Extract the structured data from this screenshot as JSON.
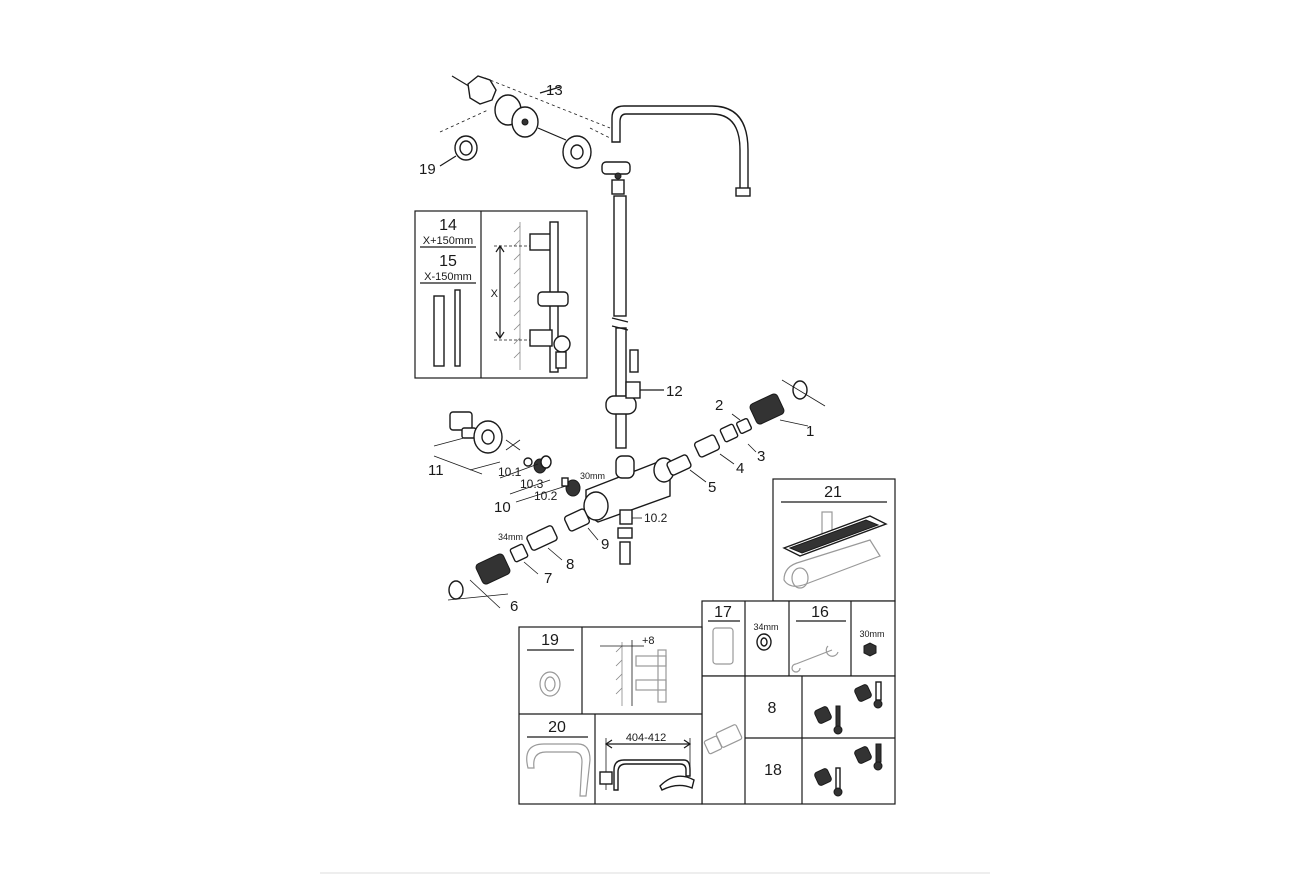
{
  "callouts": {
    "c1": "1",
    "c2": "2",
    "c3": "3",
    "c4": "4",
    "c5": "5",
    "c6": "6",
    "c7": "7",
    "c8": "8",
    "c9": "9",
    "c10": "10",
    "c10_1": "10.1",
    "c10_2a": "10.2",
    "c10_2b": "10.2",
    "c10_3": "10.3",
    "c11": "11",
    "c12": "12",
    "c13": "13",
    "c19": "19"
  },
  "dims": {
    "d30a": "30mm",
    "d34a": "34mm"
  },
  "inset_14_15": {
    "n14": "14",
    "x_plus": "X+150mm",
    "n15": "15",
    "x_minus": "X-150mm",
    "x_label": "X"
  },
  "box_21": {
    "n21": "21"
  },
  "box_17": {
    "n17": "17",
    "d34": "34mm"
  },
  "box_16": {
    "n16": "16",
    "d30": "30mm"
  },
  "box_19": {
    "n19": "19",
    "plus8": "+8"
  },
  "box_20": {
    "n20": "20",
    "span": "404-412"
  },
  "box_8_18": {
    "n8": "8",
    "n18": "18"
  },
  "colors": {
    "ink": "#1a1a1a",
    "grey": "#999999",
    "rule": "#dddddd"
  }
}
